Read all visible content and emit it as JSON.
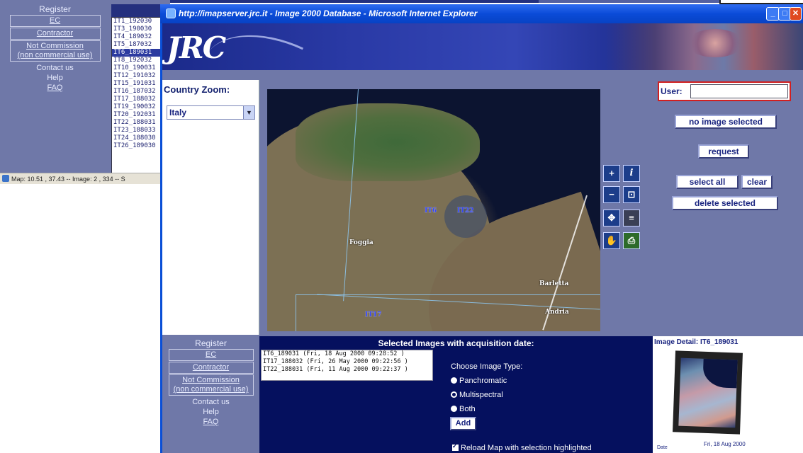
{
  "background_window": {
    "nav": {
      "register": "Register",
      "ec": "EC",
      "contractor": "Contractor",
      "not_commission": "Not Commission",
      "non_commercial": "(non commercial use)",
      "contact": "Contact us",
      "help": "Help",
      "faq": "FAQ"
    },
    "list_items": [
      "IT1_192030",
      "IT3_190030",
      "IT4_189032",
      "IT5_187032",
      "IT6_189031",
      "IT8_192032",
      "IT10_190031",
      "IT12_191032",
      "IT15_191031",
      "IT16_187032",
      "IT17_188032",
      "IT19_190032",
      "IT20_192031",
      "IT22_188031",
      "IT23_188033",
      "IT24_188030",
      "IT26_189030"
    ],
    "status_text": "Map: 10.51 , 37.43 -- Image: 2 , 334 -- S"
  },
  "window": {
    "title": "http://imapserver.jrc.it - Image 2000 Database - Microsoft Internet Explorer"
  },
  "banner": {
    "logo": "JRC"
  },
  "zoom": {
    "label": "Country Zoom:",
    "selected": "Italy"
  },
  "map": {
    "labels": {
      "foggia": "Foggia",
      "it6": "IT6",
      "it22": "IT22",
      "barletta": "Barletta",
      "andria": "Andria",
      "it17": "IT17"
    }
  },
  "tools": {
    "zoom_in": "+",
    "info": "i",
    "zoom_out": "−",
    "select": "⊡",
    "pan": "✥",
    "list": "≡",
    "hand": "✋",
    "print": "⎙"
  },
  "right": {
    "user_label": "User:",
    "no_image": "no image selected",
    "request": "request",
    "select_all": "select all",
    "clear": "clear",
    "delete_selected": "delete selected"
  },
  "bottom_nav": {
    "register": "Register",
    "ec": "EC",
    "contractor": "Contractor",
    "not_commission": "Not Commission",
    "non_commercial": "(non commercial use)",
    "contact": "Contact us",
    "help": "Help",
    "faq": "FAQ"
  },
  "selected": {
    "title": "Selected Images with acquisition date:",
    "items": [
      "IT6_189031 (Fri, 18 Aug 2000 09:28:52 )",
      "IT17_188032 (Fri, 26 May 2000 09:22:56 )",
      "IT22_188031 (Fri, 11 Aug 2000 09:22:37 )"
    ],
    "image_type_label": "Choose Image Type:",
    "types": [
      "Panchromatic",
      "Multispectral",
      "Both"
    ],
    "selected_type": "Multispectral",
    "add": "Add",
    "reload": "Reload Map with selection highlighted"
  },
  "detail": {
    "label": "Image Detail:  IT6_189031",
    "date_label": "Date",
    "date_value": "Fri, 18 Aug 2000"
  }
}
